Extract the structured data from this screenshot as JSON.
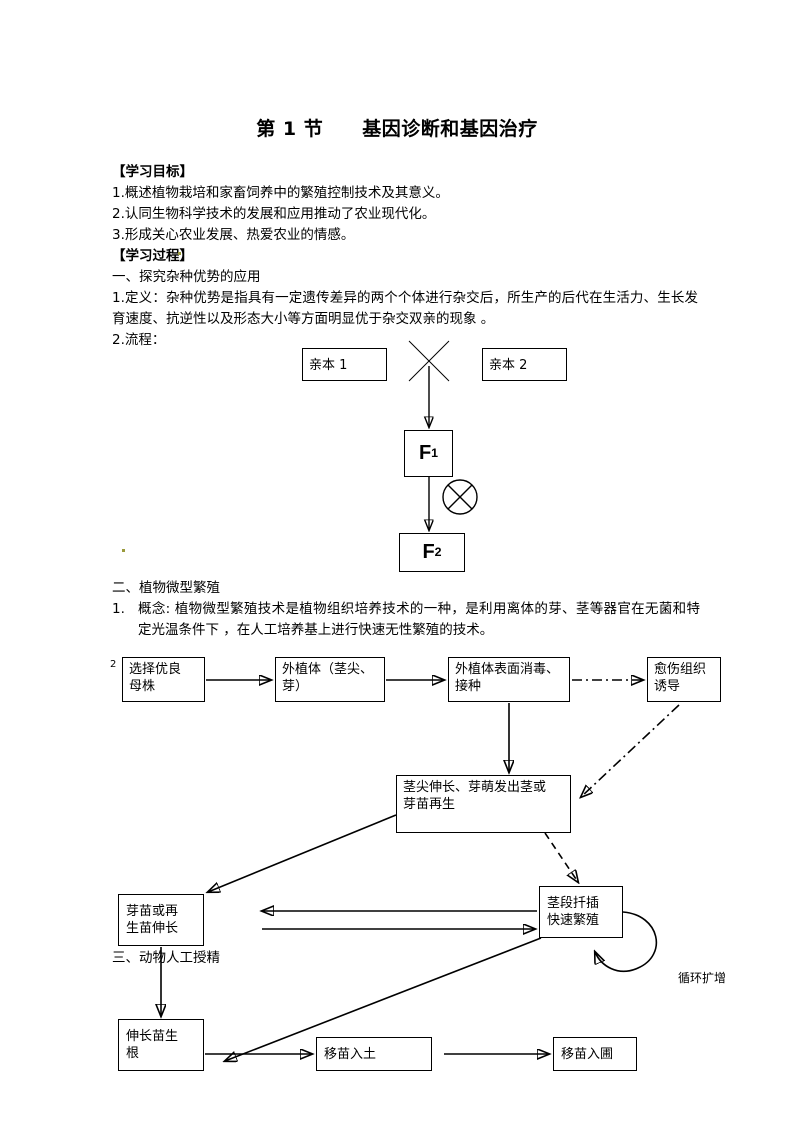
{
  "document": {
    "title": "第 1 节　　基因诊断和基因治疗",
    "sections": {
      "objectives_heading": "【学习目标】",
      "objectives": [
        "1.概述植物栽培和家畜饲养中的繁殖控制技术及其意义。",
        "2.认同生物科学技术的发展和应用推动了农业现代化。",
        "3.形成关心农业发展、热爱农业的情感。"
      ],
      "process_heading": "【学习过程】",
      "part1_heading": "一、探究杂种优势的应用",
      "part1_def_label": "1.定义：",
      "part1_def_text": "1.定义：杂种优势是指具有一定遗传差异的两个个体进行杂交后，所生产的后代在生活力、生长发育速度、抗逆性以及形态大小等方面明显优于杂交双亲的现象 。",
      "part1_flow_label": "2.流程：",
      "part2_heading": "二、植物微型繁殖",
      "part2_concept_num": "1.",
      "part2_concept_text": "概念: 植物微型繁殖技术是植物组织培养技术的一种，是利用离体的芽、茎等器官在无菌和特定光温条件下 ，在人工培养基上进行快速无性繁殖的技术。",
      "part3_heading": "三、动物人工授精",
      "part2_flow_num": "2"
    }
  },
  "chart_data": [
    {
      "type": "diagram",
      "name": "hybrid-vigor-flowchart",
      "title": "杂种优势流程图",
      "nodes": [
        {
          "id": "p1",
          "label": "亲本 1"
        },
        {
          "id": "p2",
          "label": "亲本 2"
        },
        {
          "id": "f1",
          "label": "F1",
          "sub": "1",
          "base": "F"
        },
        {
          "id": "f2",
          "label": "F2",
          "sub": "2",
          "base": "F"
        }
      ],
      "symbols": [
        {
          "id": "cross-x",
          "kind": "x-cross",
          "meaning": "杂交"
        },
        {
          "id": "selfing-circle",
          "kind": "circled-x",
          "meaning": "自交"
        }
      ],
      "edges": [
        {
          "from": "cross-x",
          "to": "f1",
          "style": "solid-arrow"
        },
        {
          "from": "f1",
          "to": "f2",
          "style": "solid-arrow"
        }
      ]
    },
    {
      "type": "diagram",
      "name": "plant-micropropagation-flowchart",
      "title": "植物微型繁殖流程图",
      "nodes": [
        {
          "id": "n1",
          "label": "选择优良\n母株"
        },
        {
          "id": "n2",
          "label": "外植体（茎尖、\n芽）"
        },
        {
          "id": "n3",
          "label": "外植体表面消毒、\n接种"
        },
        {
          "id": "n4",
          "label": "愈伤组织\n诱导"
        },
        {
          "id": "n5",
          "label": "茎尖伸长、芽萌发出茎或\n芽苗再生"
        },
        {
          "id": "n6",
          "label": "芽苗或再\n生苗伸长"
        },
        {
          "id": "n7",
          "label": "茎段扦插\n快速繁殖"
        },
        {
          "id": "n8",
          "label": "伸长苗生\n根"
        },
        {
          "id": "n9",
          "label": "移苗入土"
        },
        {
          "id": "n10",
          "label": "移苗入圃"
        }
      ],
      "annotations": [
        {
          "id": "loop-label",
          "label": "循环扩增"
        }
      ],
      "edges": [
        {
          "from": "n1",
          "to": "n2",
          "style": "solid-arrow"
        },
        {
          "from": "n2",
          "to": "n3",
          "style": "solid-arrow"
        },
        {
          "from": "n3",
          "to": "n4",
          "style": "dash-dot-arrow"
        },
        {
          "from": "n3",
          "to": "n5",
          "style": "solid-arrow"
        },
        {
          "from": "n4",
          "to": "n5",
          "style": "dash-dot-arrow"
        },
        {
          "from": "n5",
          "to": "n6",
          "style": "solid-arrow"
        },
        {
          "from": "n5",
          "to": "n7",
          "style": "dashed-arrow"
        },
        {
          "from": "n7",
          "to": "n6",
          "style": "solid-arrow"
        },
        {
          "from": "n6",
          "to": "n7",
          "style": "solid-arrow"
        },
        {
          "from": "n7",
          "to": "n7",
          "style": "solid-loop-arrow"
        },
        {
          "from": "n7",
          "to": "n8",
          "style": "solid-arrow"
        },
        {
          "from": "n6",
          "to": "n8",
          "style": "solid-arrow"
        },
        {
          "from": "n8",
          "to": "n9",
          "style": "solid-arrow"
        },
        {
          "from": "n9",
          "to": "n10",
          "style": "solid-arrow"
        }
      ]
    }
  ]
}
